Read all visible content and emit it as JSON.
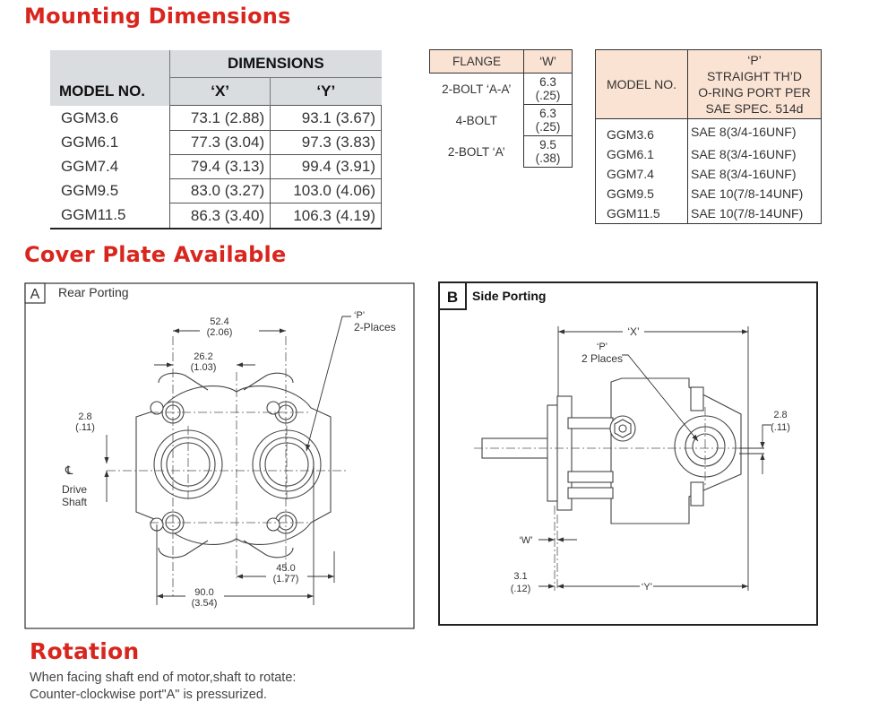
{
  "headings": {
    "mounting": "Mounting Dimensions",
    "cover_plate": "Cover Plate Available",
    "rotation": "Rotation"
  },
  "dimensions_table": {
    "group_header": "DIMENSIONS",
    "col_model": "MODEL NO.",
    "col_x": "‘X’",
    "col_y": "‘Y’",
    "rows": [
      {
        "model": "GGM3.6",
        "x": "73.1 (2.88)",
        "y": "93.1 (3.67)"
      },
      {
        "model": "GGM6.1",
        "x": "77.3 (3.04)",
        "y": "97.3 (3.83)"
      },
      {
        "model": "GGM7.4",
        "x": "79.4 (3.13)",
        "y": "99.4 (3.91)"
      },
      {
        "model": "GGM9.5",
        "x": "83.0 (3.27)",
        "y": "103.0 (4.06)"
      },
      {
        "model": "GGM11.5",
        "x": "86.3 (3.40)",
        "y": "106.3 (4.19)"
      }
    ]
  },
  "flange_table": {
    "col_flange": "FLANGE",
    "col_w": "‘W’",
    "rows": [
      {
        "flange": "2-BOLT ‘A-A’",
        "w": "6.3 (.25)"
      },
      {
        "flange": "4-BOLT",
        "w": "6.3 (.25)"
      },
      {
        "flange": "2-BOLT ‘A’",
        "w": "9.5 (.38)"
      }
    ]
  },
  "port_table": {
    "col_model": "MODEL NO.",
    "col_port": [
      "‘P’",
      "STRAIGHT TH’D",
      "O-RING PORT PER",
      "SAE SPEC. 514d"
    ],
    "rows": [
      {
        "model": "GGM3.6",
        "port": "SAE 8(3/4-16UNF)"
      },
      {
        "model": "GGM6.1",
        "port": "SAE 8(3/4-16UNF)"
      },
      {
        "model": "GGM7.4",
        "port": "SAE 8(3/4-16UNF)"
      },
      {
        "model": "GGM9.5",
        "port": "SAE 10(7/8-14UNF)"
      },
      {
        "model": "GGM11.5",
        "port": "SAE 10(7/8-14UNF)"
      }
    ]
  },
  "rear_view": {
    "tag": "A",
    "title": "Rear Porting",
    "dim_52": "52.4",
    "dim_52_in": "(2.06)",
    "dim_26": "26.2",
    "dim_26_in": "(1.03)",
    "dim_28": "2.8",
    "dim_28_in": "(.11)",
    "port_label": "‘P’",
    "port_places": "2-Places",
    "cl_symbol": "℄",
    "drive_1": "Drive",
    "drive_2": "Shaft",
    "dim_45": "45.0",
    "dim_45_in": "(1.77)",
    "dim_90": "90.0",
    "dim_90_in": "(3.54)"
  },
  "side_view": {
    "tag": "B",
    "title": "Side Porting",
    "x_label": "‘X’",
    "port_label": "‘P’",
    "port_places": "2 Places",
    "dim_28": "2.8",
    "dim_28_in": "(.11)",
    "w_label": "‘W’",
    "dim_31": "3.1",
    "dim_31_in": "(.12)",
    "y_label": "‘Y’"
  },
  "rotation": {
    "line1": "When facing shaft end of motor,shaft to rotate:",
    "line2": "Counter-clockwise port\"A\" is pressurized."
  }
}
